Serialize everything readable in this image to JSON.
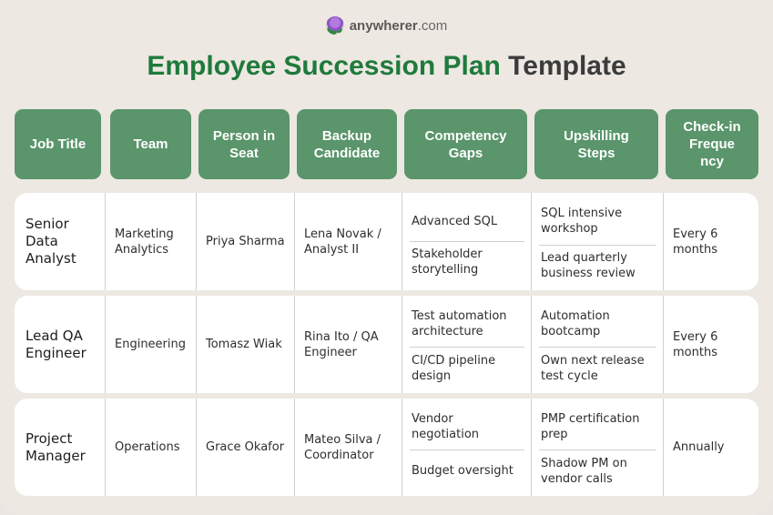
{
  "brand": {
    "name_bold": "anywherer",
    "name_suffix": ".com",
    "logo_icon": "globe-icon"
  },
  "title": {
    "highlight": "Employee Succession Plan",
    "rest": " Template"
  },
  "colors": {
    "header_green": "#5a956b",
    "title_green": "#1f7a3c",
    "background": "#ede8e2"
  },
  "columns": [
    "Job Title",
    "Team",
    "Person in Seat",
    "Backup Candidate",
    "Competency Gaps",
    "Upskilling Steps",
    "Check-in Frequency"
  ],
  "column_display": [
    "Job Title",
    "Team",
    "Person in\nSeat",
    "Backup\nCandidate",
    "Competency\nGaps",
    "Upskilling\nSteps",
    "Check-in\nFreque\nncy"
  ],
  "rows": [
    {
      "job_title": "Senior Data Analyst",
      "team": "Marketing Analytics",
      "person": "Priya Sharma",
      "backup": "Lena Novak / Analyst II",
      "gaps": [
        "Advanced SQL",
        "Stakeholder storytelling"
      ],
      "steps": [
        "SQL intensive workshop",
        "Lead quarterly business review"
      ],
      "frequency": "Every 6 months"
    },
    {
      "job_title": "Lead QA Engineer",
      "team": "Engineering",
      "person": "Tomasz Wiak",
      "backup": "Rina Ito / QA Engineer",
      "gaps": [
        "Test automation architecture",
        "CI/CD pipeline design"
      ],
      "steps": [
        "Automation bootcamp",
        "Own next release test cycle"
      ],
      "frequency": "Every 6 months"
    },
    {
      "job_title": "Project Manager",
      "team": "Operations",
      "person": "Grace Okafor",
      "backup": "Mateo Silva / Coordinator",
      "gaps": [
        "Vendor negotiation",
        "Budget oversight"
      ],
      "steps": [
        "PMP certification prep",
        "Shadow PM on vendor calls"
      ],
      "frequency": "Annually"
    }
  ]
}
